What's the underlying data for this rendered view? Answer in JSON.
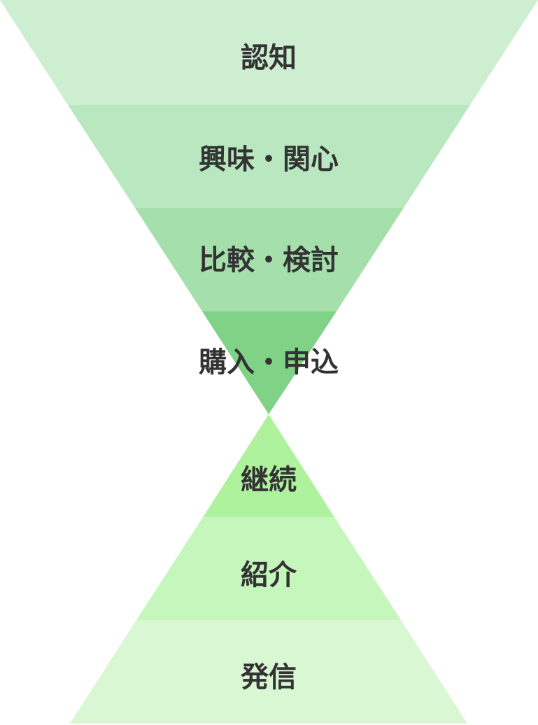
{
  "title": "Double funnel",
  "funnel_stages": [
    {
      "label": "認知",
      "color": "#cdeed1"
    },
    {
      "label": "興味・関心",
      "color": "#b9e7c0"
    },
    {
      "label": "比較・検討",
      "color": "#a5dfab"
    },
    {
      "label": "購入・申込",
      "color": "#80d287"
    }
  ],
  "loyalty_stages": [
    {
      "label": "継続",
      "color": "#aef29e"
    },
    {
      "label": "紹介",
      "color": "#c5f6bb"
    },
    {
      "label": "発信",
      "color": "#d8f7d2"
    }
  ]
}
